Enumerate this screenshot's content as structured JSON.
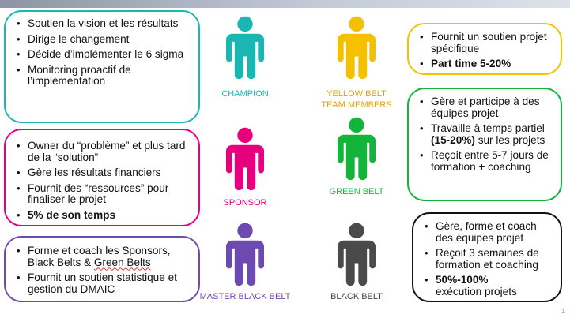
{
  "colors": {
    "champion": "#1ab6b2",
    "sponsor": "#e6007e",
    "master_black_belt": "#6d4ab0",
    "yellow_belt": "#f5c000",
    "green_belt": "#12b53a",
    "black_belt": "#4a4a4a"
  },
  "roles": {
    "champion": {
      "label": "CHAMPION",
      "icon": "person-icon",
      "bullets": [
        "Soutien la vision et les résultats",
        "Dirige le changement",
        "Décide d’implémenter le 6 sigma",
        "Monitoring proactif de l’implémentation"
      ]
    },
    "sponsor": {
      "label": "SPONSOR",
      "icon": "person-icon",
      "bullets": [
        "Owner du “problème” et plus tard de la “solution”",
        "Gère les résultats financiers",
        "Fournit des “ressources” pour finaliser le projet"
      ],
      "bold_bullet": "5% de son temps"
    },
    "master_black_belt": {
      "label": "MASTER BLACK BELT",
      "icon": "person-icon",
      "bullet_1_start": "Forme et coach les Sponsors, Black Belts & ",
      "bullet_1_squiggly": "Green Belts",
      "bullet_2": "Fournit un soutien statistique et gestion du DMAIC"
    },
    "yellow_belt": {
      "label_line_1": "YELLOW BELT",
      "label_line_2": "TEAM MEMBERS",
      "icon": "person-icon",
      "bullet_1": "Fournit un soutien projet spécifique",
      "bold_bullet": "Part time 5-20%"
    },
    "green_belt": {
      "label": "GREEN BELT",
      "icon": "person-icon",
      "bullet_1": "Gère et participe à des équipes projet",
      "bullet_2_start": "Travaille à temps partiel ",
      "bullet_2_bold": "(15-20%)",
      "bullet_2_end": " sur les projets",
      "bullet_3": "Reçoit entre 5-7 jours de formation + coaching"
    },
    "black_belt": {
      "label": "BLACK BELT",
      "icon": "person-icon",
      "bullets": [
        "Gère, forme et coach des équipes projet",
        "Reçoit 3 semaines de formation et coaching"
      ],
      "bold_bullet_line_1": "50%-100%",
      "bold_bullet_line_2": "exécution projets"
    }
  },
  "page_number": "1"
}
